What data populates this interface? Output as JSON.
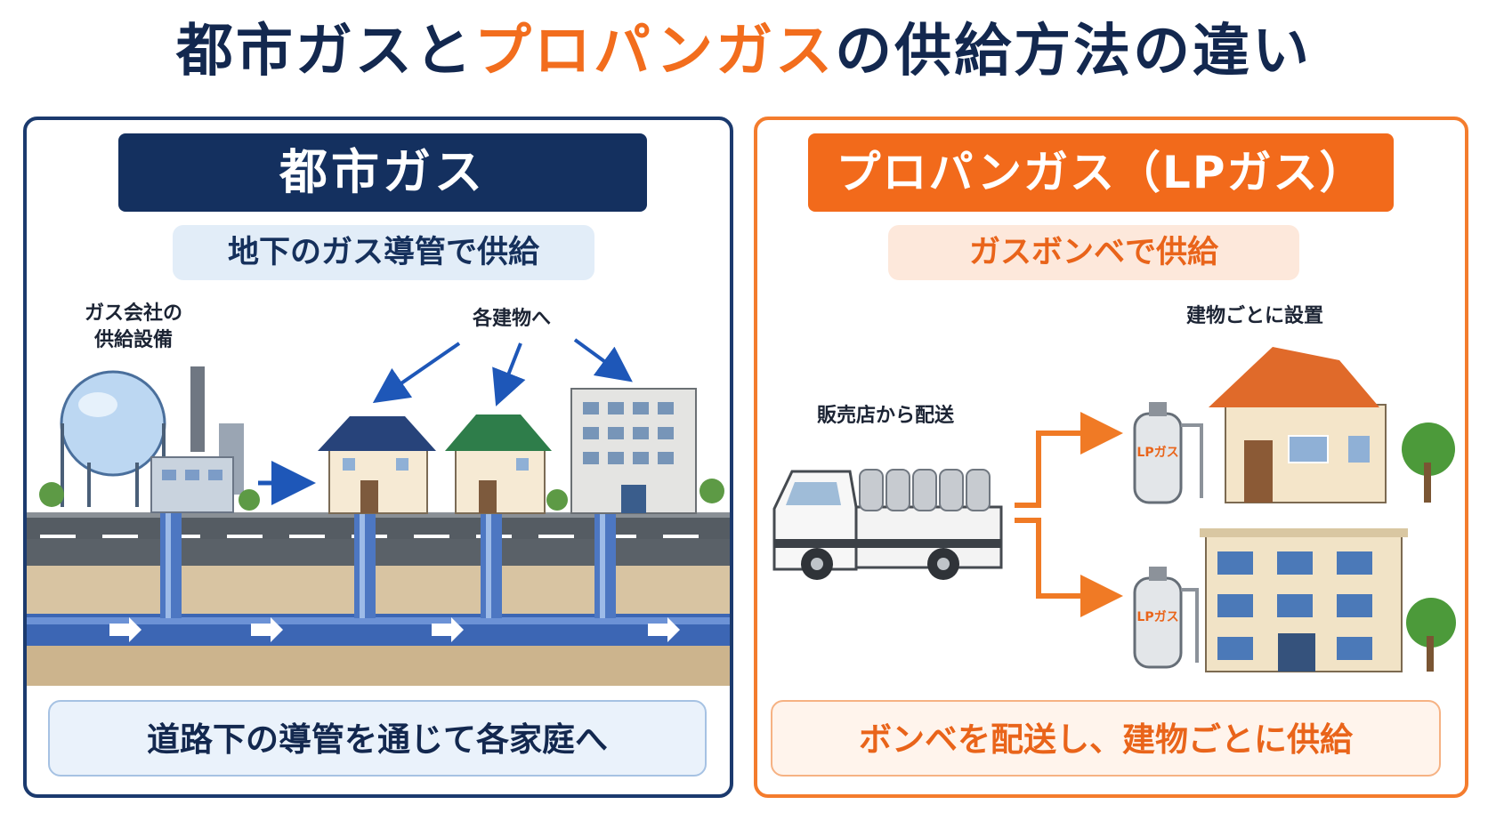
{
  "title": {
    "part1": "都市ガスと",
    "part2": "プロパンガス",
    "part3": "の供給方法の違い"
  },
  "left": {
    "header": "都市ガス",
    "subheader": "地下のガス導管で供給",
    "facility_label_line1": "ガス会社の",
    "facility_label_line2": "供給設備",
    "buildings_label": "各建物へ",
    "caption": "道路下の導管を通じて各家庭へ"
  },
  "right": {
    "header": "プロパンガス（LPガス）",
    "subheader": "ガスボンベで供給",
    "delivery_label": "販売店から配送",
    "install_label": "建物ごとに設置",
    "cylinder_label_1": "LPガス",
    "cylinder_label_2": "LPガス",
    "caption": "ボンベを配送し、建物ごとに供給"
  },
  "colors": {
    "navy": "#14305f",
    "orange": "#f26a1b",
    "pipe_blue": "#3c66b4"
  }
}
